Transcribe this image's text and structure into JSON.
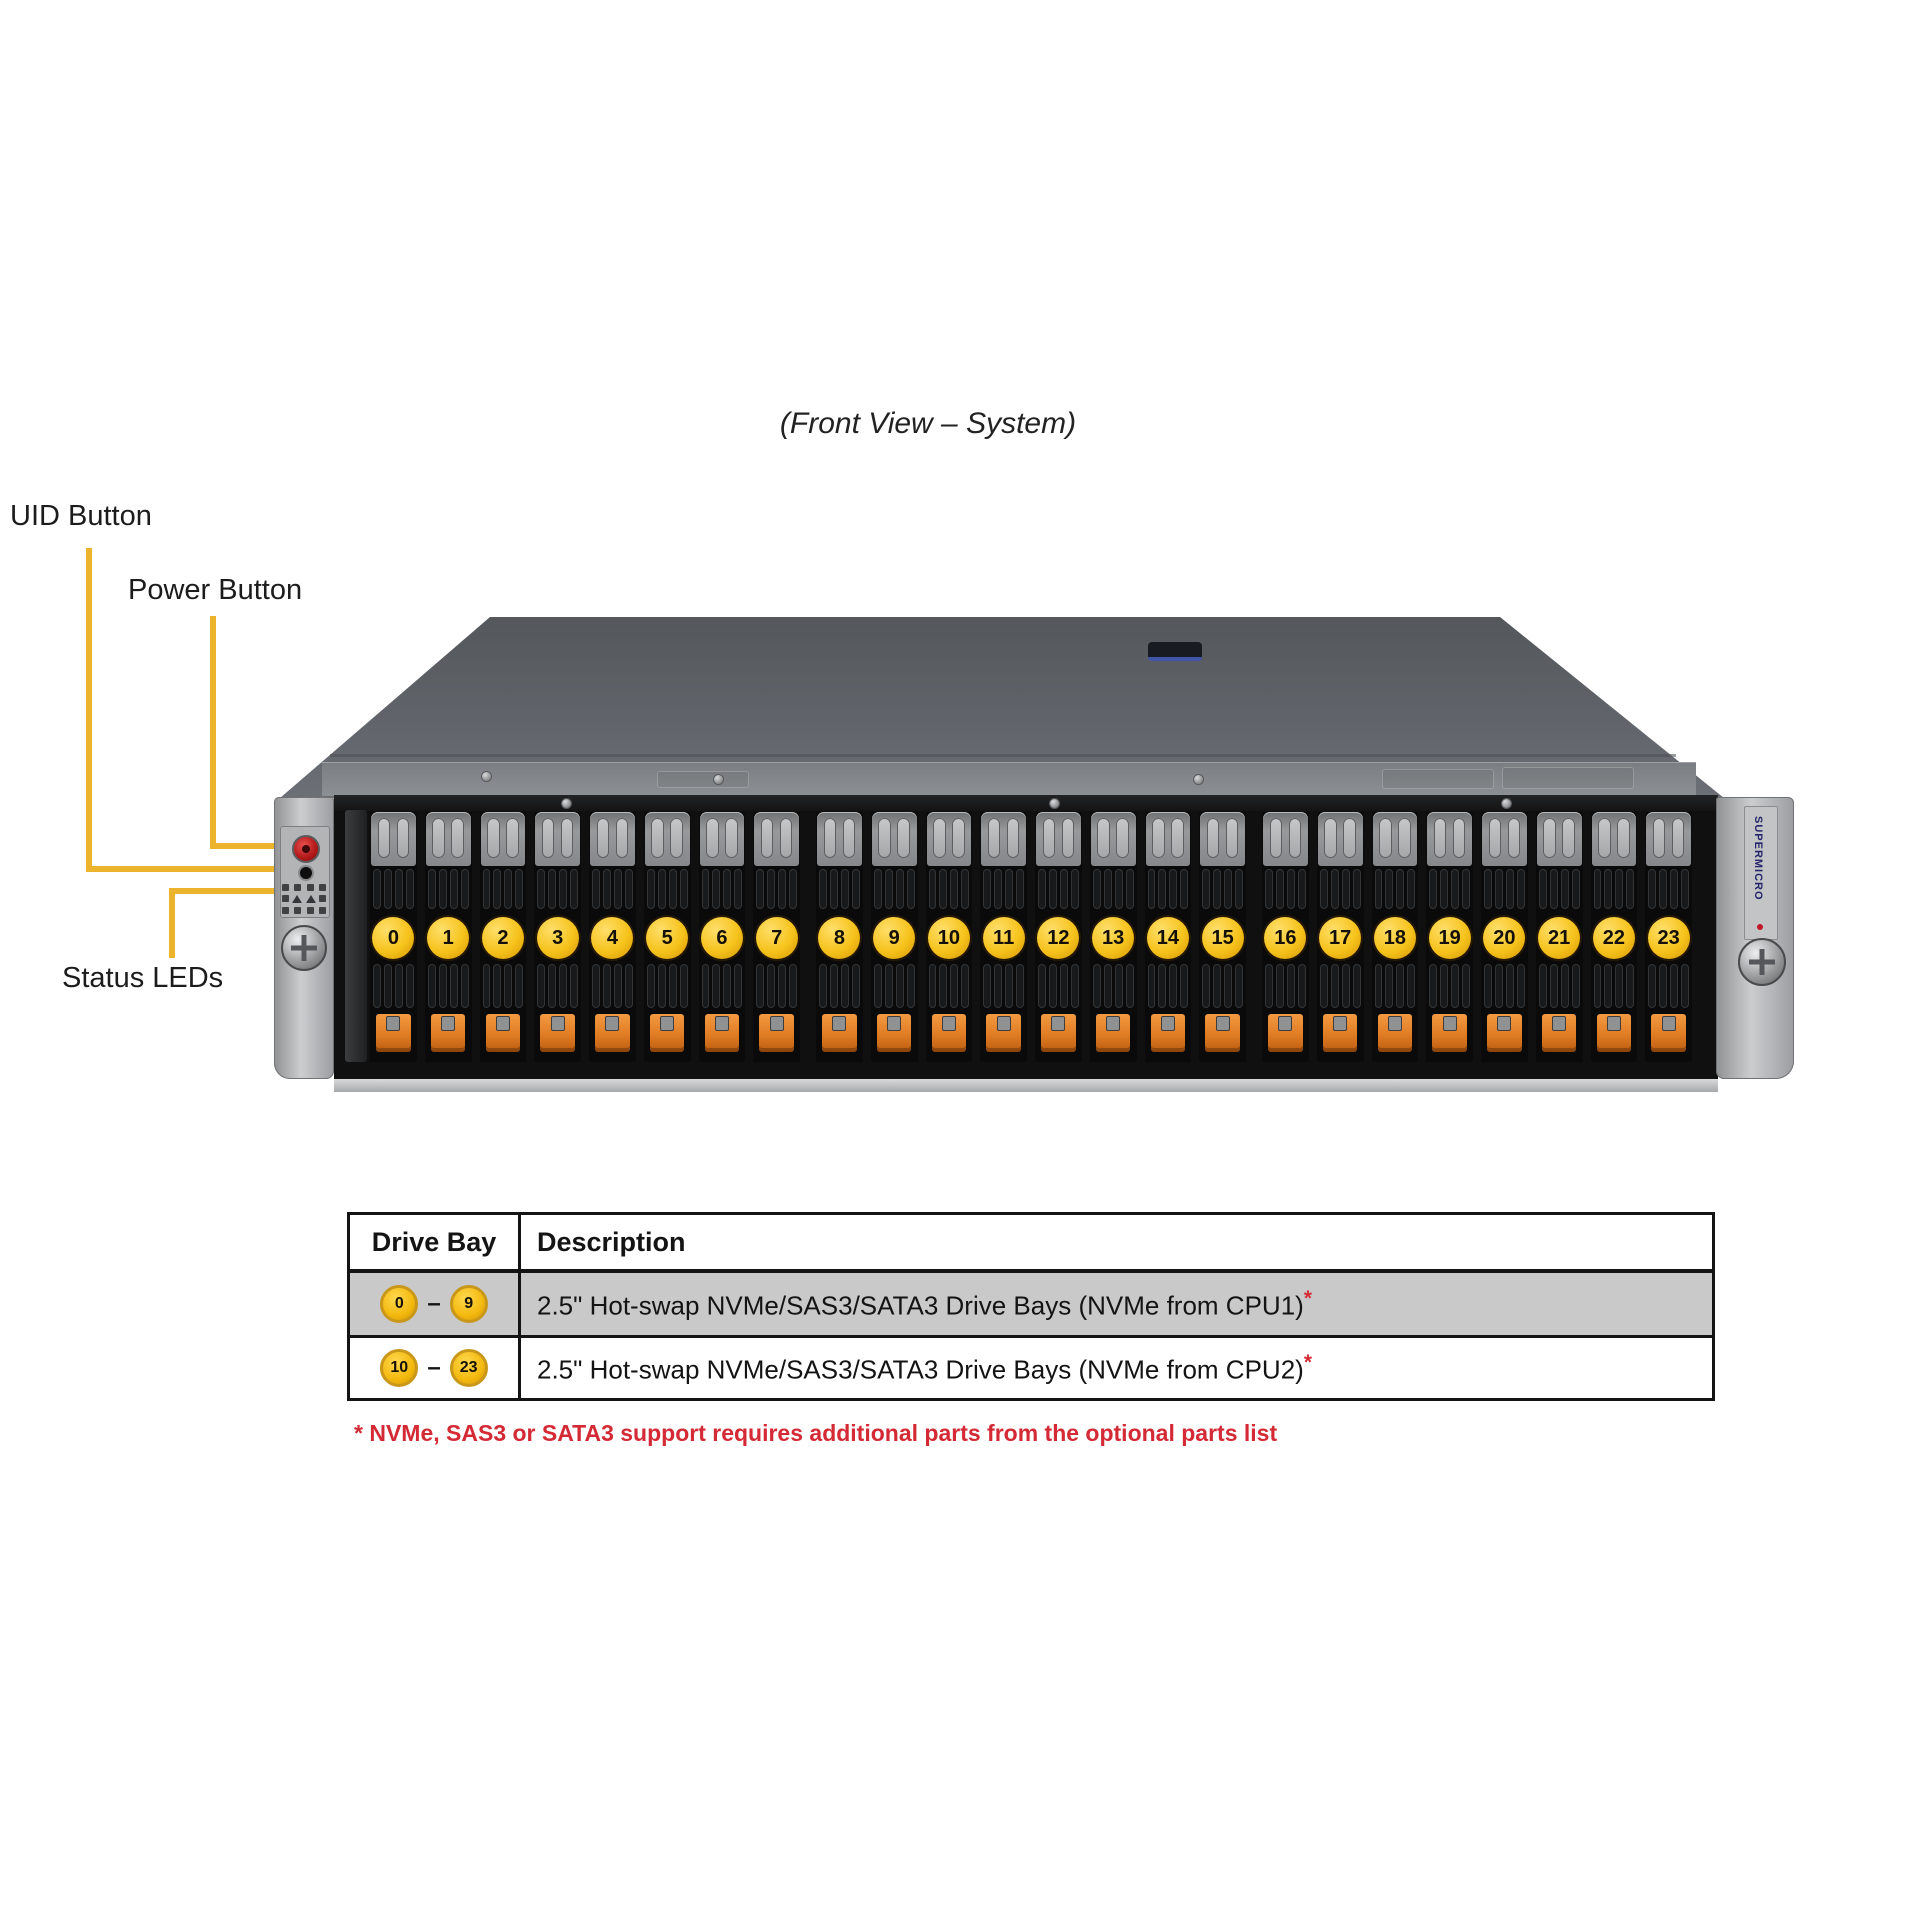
{
  "title": "(Front View – System)",
  "callouts": {
    "uid": "UID Button",
    "power": "Power Button",
    "status": "Status LEDs"
  },
  "server": {
    "brand": "SUPERMICRO",
    "bay_groups": [
      [
        "0",
        "1",
        "2",
        "3",
        "4",
        "5",
        "6",
        "7"
      ],
      [
        "8",
        "9",
        "10",
        "11",
        "12",
        "13",
        "14",
        "15"
      ],
      [
        "16",
        "17",
        "18",
        "19",
        "20",
        "21",
        "22",
        "23"
      ]
    ]
  },
  "table": {
    "headers": [
      "Drive Bay",
      "Description"
    ],
    "dash": "–",
    "rows": [
      {
        "from": "0",
        "to": "9",
        "description": "2.5\" Hot-swap NVMe/SAS3/SATA3 Drive Bays (NVMe from CPU1)",
        "note_marker": "*"
      },
      {
        "from": "10",
        "to": "23",
        "description": "2.5\" Hot-swap NVMe/SAS3/SATA3 Drive Bays (NVMe from CPU2)",
        "note_marker": "*"
      }
    ]
  },
  "footnote": "* NVMe, SAS3 or SATA3 support requires additional parts from the optional parts list",
  "colors": {
    "callout_yellow": "#ECB32C",
    "badge_yellow": "#F3B90E",
    "latch_orange": "#E07C24",
    "footnote_red": "#D42A35"
  }
}
